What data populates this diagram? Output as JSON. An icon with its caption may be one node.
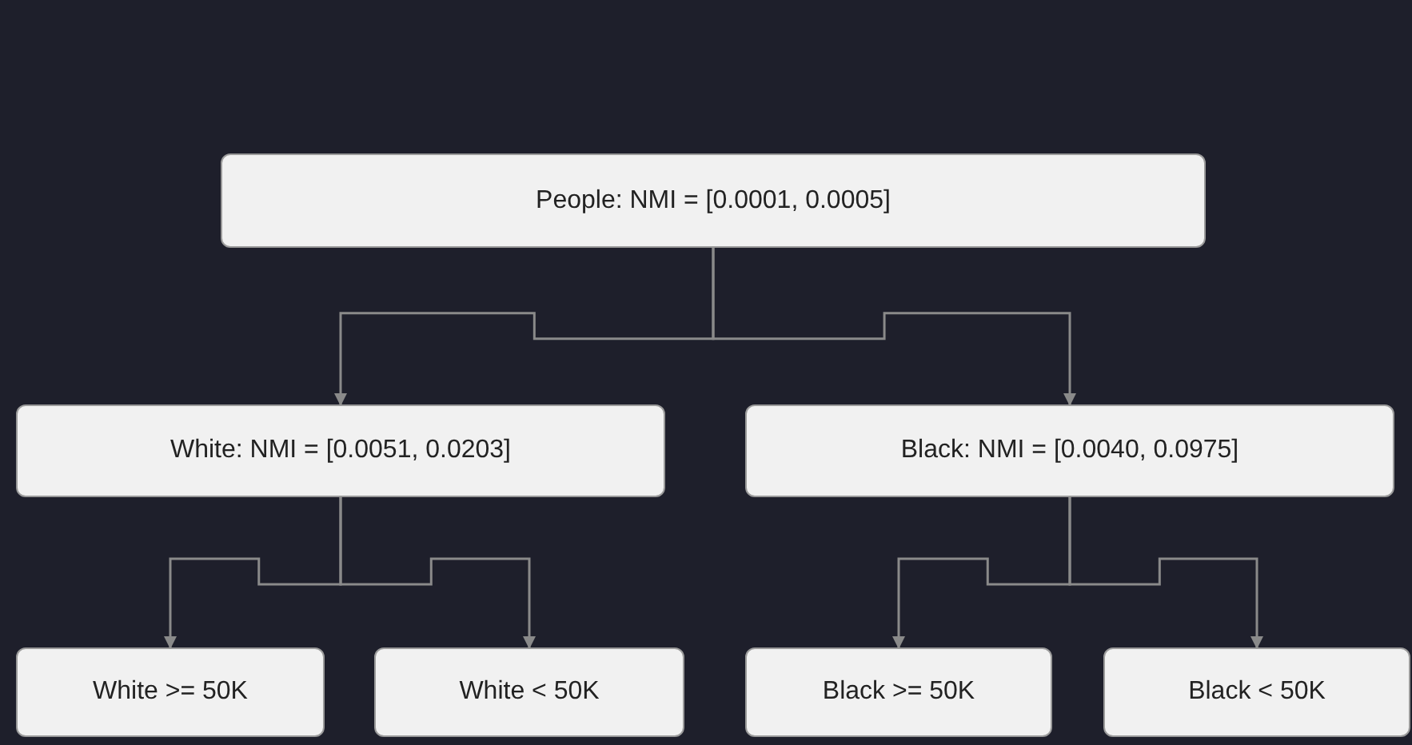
{
  "diagram": {
    "nodes": [
      {
        "text": [
          "People: NMI = [0.0001, 0.0005]"
        ]
      },
      {
        "text": [
          "White: NMI = [0.0051, 0.0203]"
        ]
      },
      {
        "text": [
          "Black: NMI = [0.0040, 0.0975]"
        ]
      },
      {
        "text": [
          "White >= 50K"
        ]
      },
      {
        "text": [
          "White < 50K"
        ]
      },
      {
        "text": [
          "Black >= 50K"
        ]
      },
      {
        "text": [
          "Black < 50K"
        ]
      }
    ],
    "edges": [
      {
        "from": 0,
        "to": 1,
        "arrow": "to"
      },
      {
        "from": 0,
        "to": 2,
        "arrow": "to"
      },
      {
        "from": 1,
        "to": 3,
        "arrow": "to"
      },
      {
        "from": 1,
        "to": 4,
        "arrow": "to"
      },
      {
        "from": 2,
        "to": 5,
        "arrow": "to"
      },
      {
        "from": 2,
        "to": 6,
        "arrow": "to"
      }
    ]
  }
}
